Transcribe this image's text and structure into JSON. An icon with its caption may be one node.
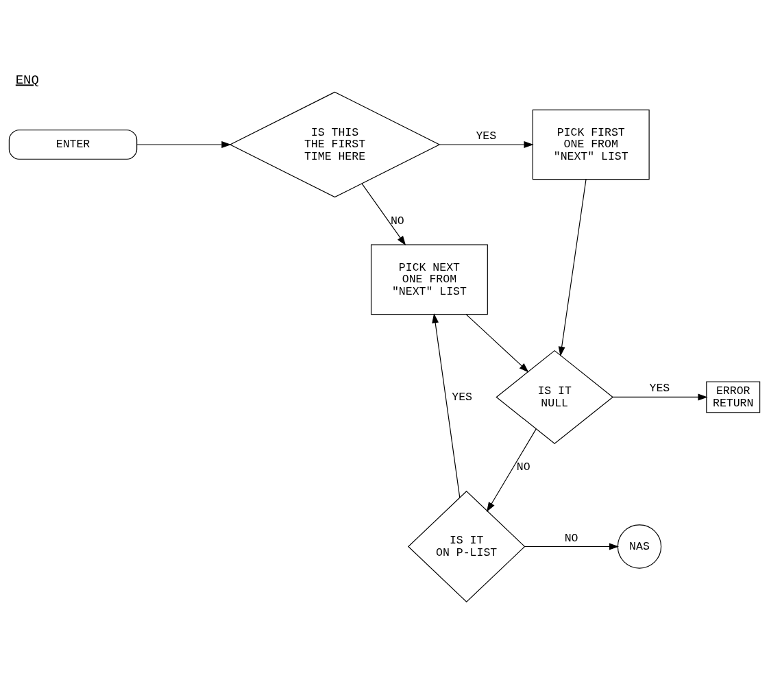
{
  "diagram": {
    "title": "ENQ",
    "nodes": [
      {
        "text": [
          "ENTER"
        ]
      },
      {
        "text": [
          "IS THIS THE FIRST TIME HERE"
        ]
      },
      {
        "text": [
          "PICK FIRST ONE FROM \"NEXT\" LIST"
        ]
      },
      {
        "text": [
          "PICK NEXT ONE FROM \"NEXT\" LIST"
        ]
      },
      {
        "text": [
          "IS IT NULL"
        ]
      },
      {
        "text": [
          "ERROR RETURN"
        ]
      },
      {
        "text": [
          "IS IT ON P-LIST"
        ]
      },
      {
        "text": [
          "NAS"
        ]
      }
    ],
    "edges": [
      {
        "from": 0,
        "to": 1,
        "arrow": "to"
      },
      {
        "from": 1,
        "to": 2,
        "arrow": "to",
        "label": "YES"
      },
      {
        "from": 1,
        "to": 3,
        "arrow": "to",
        "label": "NO"
      },
      {
        "from": 2,
        "to": 4,
        "arrow": "to"
      },
      {
        "from": 3,
        "to": 4,
        "arrow": "to"
      },
      {
        "from": 4,
        "to": 5,
        "arrow": "to",
        "label": "YES"
      },
      {
        "from": 4,
        "to": 6,
        "arrow": "to",
        "label": "NO"
      },
      {
        "from": 6,
        "to": 3,
        "arrow": "to",
        "label": "YES"
      },
      {
        "from": 6,
        "to": 7,
        "arrow": "to",
        "label": "NO"
      }
    ]
  }
}
